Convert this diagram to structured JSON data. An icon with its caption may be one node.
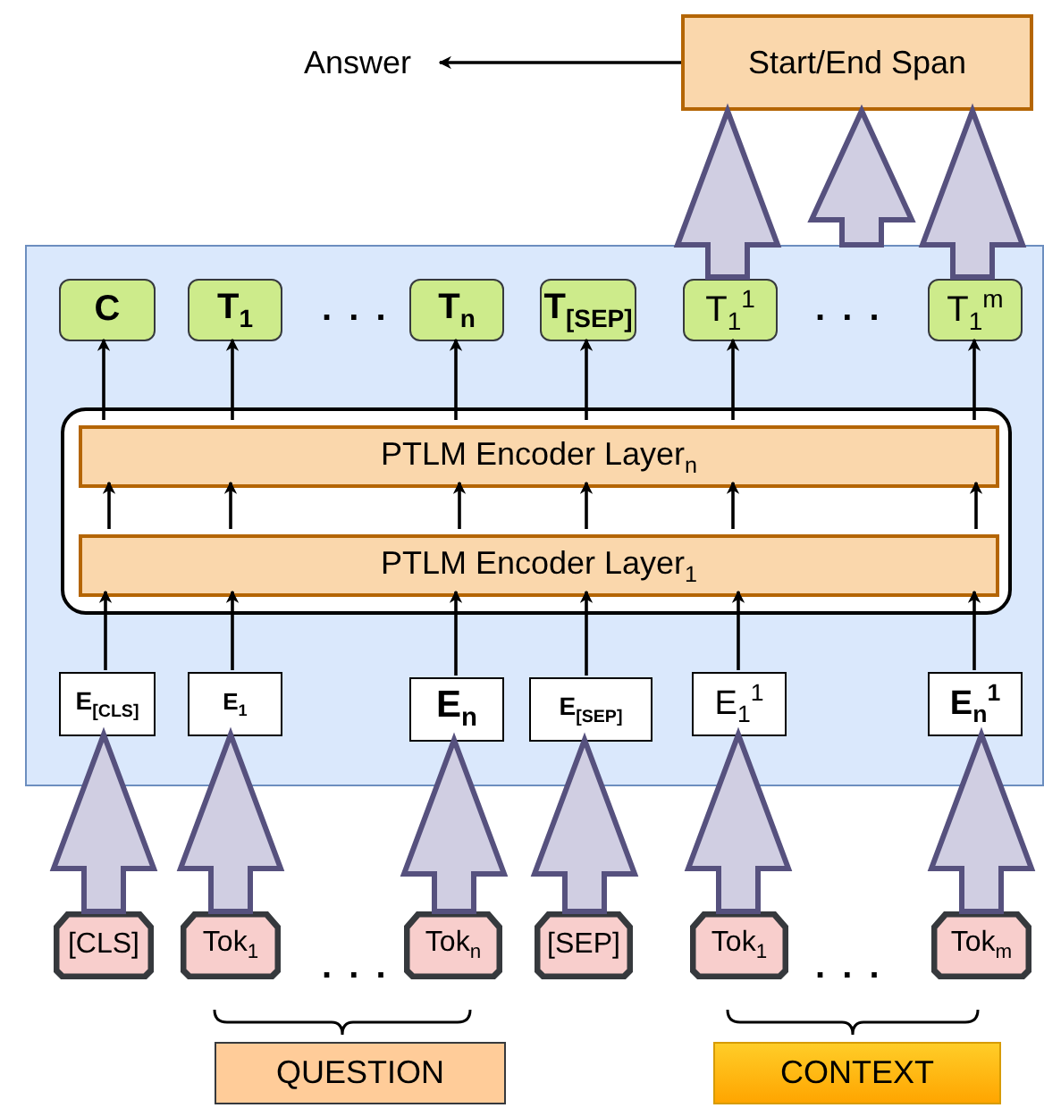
{
  "diagram": {
    "nodes": [
      {
        "text": [
          "Start/End Span"
        ]
      },
      {
        "text": [
          "Answer"
        ]
      },
      {
        "text": [],
        "shape": "box"
      },
      {
        "text": [
          "C"
        ],
        "in": 2
      },
      {
        "text": [
          "T$_{1}$"
        ],
        "in": 2
      },
      {
        "text": [
          "T$_{n}$"
        ],
        "in": 2
      },
      {
        "text": [
          "T$_{[SEP]}$"
        ],
        "in": 2
      },
      {
        "text": [
          "T$_{1}$$^{1}$"
        ],
        "in": 2
      },
      {
        "text": [
          "T$_{1}$$^{m}$"
        ],
        "in": 2
      },
      {
        "text": [],
        "shape": "box",
        "in": 2
      },
      {
        "text": [
          "PTLM Encoder Layer$_{n}$"
        ],
        "in": 9
      },
      {
        "text": [
          "PTLM Encoder Layer$_{1}$"
        ],
        "in": 9
      },
      {
        "text": [
          "E$_{[CLS]}$"
        ],
        "in": 2
      },
      {
        "text": [
          "E$_{1}$"
        ],
        "in": 2
      },
      {
        "text": [
          "E$_{n}$"
        ],
        "in": 2
      },
      {
        "text": [
          "E$_{[SEP]}$"
        ],
        "in": 2
      },
      {
        "text": [
          "E$_{1}$$^{1}$"
        ],
        "in": 2
      },
      {
        "text": [
          "E$_{n}$$^{1}$"
        ],
        "in": 2
      },
      {
        "text": [
          "[CLS]"
        ]
      },
      {
        "text": [
          "Tok$_{1}$"
        ]
      },
      {
        "text": [
          "Tok$_{n}$"
        ]
      },
      {
        "text": [
          "[SEP]"
        ]
      },
      {
        "text": [
          "Tok$_{1}$"
        ]
      },
      {
        "text": [
          "Tok$_{m}$"
        ]
      },
      {
        "text": [
          "QUESTION"
        ]
      },
      {
        "text": [
          "CONTEXT"
        ]
      }
    ],
    "edges": [
      {
        "from": 0,
        "to": 1,
        "arrow": "to"
      },
      {
        "from": 7,
        "to": 0,
        "arrow": "to",
        "style": "thick",
        "color": "#56517e"
      },
      {
        "from": 2,
        "to": 0,
        "arrow": "to",
        "style": "thick",
        "color": "#56517e"
      },
      {
        "from": 8,
        "to": 0,
        "arrow": "to",
        "style": "thick",
        "color": "#56517e"
      },
      {
        "from": 10,
        "to": 3,
        "arrow": "to"
      },
      {
        "from": 10,
        "to": 4,
        "arrow": "to"
      },
      {
        "from": 10,
        "to": 5,
        "arrow": "to"
      },
      {
        "from": 10,
        "to": 6,
        "arrow": "to"
      },
      {
        "from": 10,
        "to": 7,
        "arrow": "to"
      },
      {
        "from": 10,
        "to": 8,
        "arrow": "to"
      },
      {
        "from": 11,
        "to": 10,
        "arrow": "to"
      },
      {
        "from": 11,
        "to": 10,
        "arrow": "to"
      },
      {
        "from": 11,
        "to": 10,
        "arrow": "to"
      },
      {
        "from": 11,
        "to": 10,
        "arrow": "to"
      },
      {
        "from": 11,
        "to": 10,
        "arrow": "to"
      },
      {
        "from": 11,
        "to": 10,
        "arrow": "to"
      },
      {
        "from": 12,
        "to": 11,
        "arrow": "to"
      },
      {
        "from": 13,
        "to": 11,
        "arrow": "to"
      },
      {
        "from": 14,
        "to": 11,
        "arrow": "to"
      },
      {
        "from": 15,
        "to": 11,
        "arrow": "to"
      },
      {
        "from": 16,
        "to": 11,
        "arrow": "to"
      },
      {
        "from": 17,
        "to": 11,
        "arrow": "to"
      },
      {
        "from": 18,
        "to": 12,
        "arrow": "to",
        "style": "thick",
        "color": "#56517e"
      },
      {
        "from": 19,
        "to": 13,
        "arrow": "to",
        "style": "thick",
        "color": "#56517e"
      },
      {
        "from": 20,
        "to": 14,
        "arrow": "to",
        "style": "thick",
        "color": "#56517e"
      },
      {
        "from": 21,
        "to": 15,
        "arrow": "to",
        "style": "thick",
        "color": "#56517e"
      },
      {
        "from": 22,
        "to": 16,
        "arrow": "to",
        "style": "thick",
        "color": "#56517e"
      },
      {
        "from": 23,
        "to": 17,
        "arrow": "to",
        "style": "thick",
        "color": "#56517e"
      }
    ],
    "labels": [
      ". . .",
      ". . .",
      ". . .",
      ". . ."
    ]
  }
}
